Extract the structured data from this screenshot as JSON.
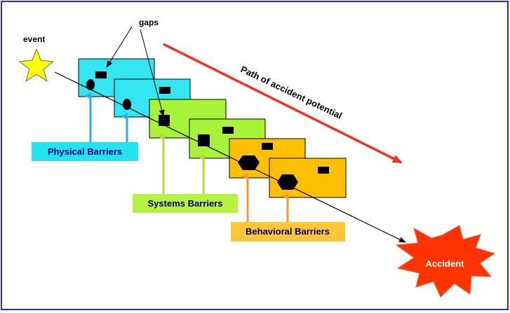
{
  "labels": {
    "event": "event",
    "gaps": "gaps",
    "path": "Path of accident potential",
    "physical": "Physical Barriers",
    "systems": "Systems Barriers",
    "behavioral": "Behavioral Barriers",
    "accident": "Accident"
  },
  "colors": {
    "frame": "#2a2ad8",
    "physical_fill": "#33e6f2",
    "systems_fill": "#a8f23a",
    "behavioral_fill": "#ffc000",
    "physical_label_bg": "#22e3ee",
    "systems_label_bg": "#b6f23e",
    "behavioral_label_bg": "#ffc637",
    "physical_arrow": "#33aaee",
    "systems_arrow": "#b8d83a",
    "behavioral_arrow": "#f39a2a",
    "path_arrow": "#ee3322",
    "star": "#ffff00",
    "accident_burst": "#ff3300",
    "label_text": "#000080"
  }
}
